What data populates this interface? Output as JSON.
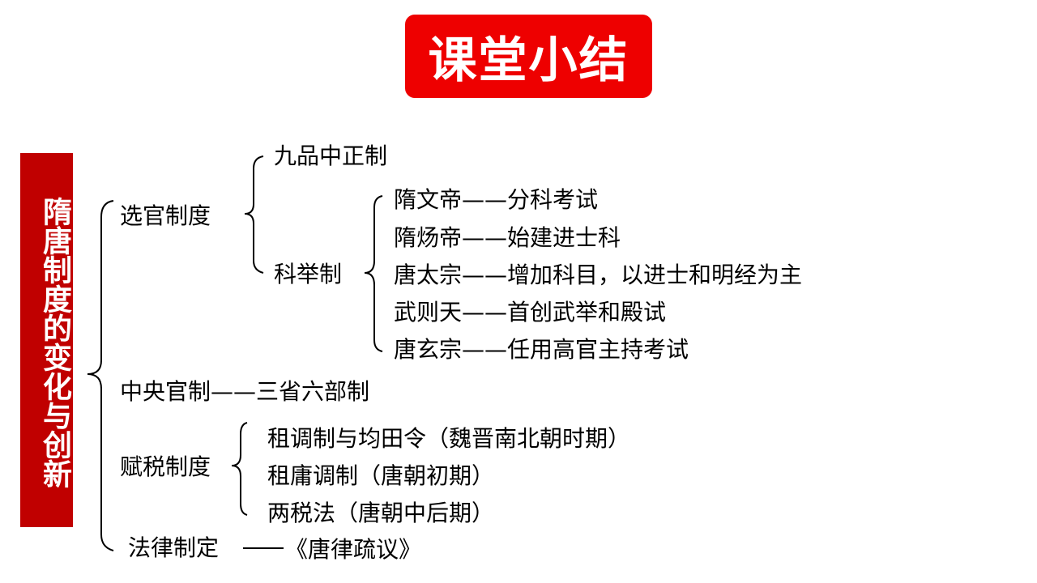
{
  "title": "课堂小结",
  "topic": "隋唐制度的变化与创新",
  "selection": {
    "label": "选官制度",
    "jiupin": "九品中正制",
    "keju": {
      "label": "科举制",
      "items": [
        "隋文帝——分科考试",
        "隋炀帝——始建进士科",
        "唐太宗——增加科目，以进士和明经为主",
        "武则天——首创武举和殿试",
        "唐玄宗——任用高官主持考试"
      ]
    }
  },
  "central": "中央官制——三省六部制",
  "tax": {
    "label": "赋税制度",
    "items": [
      "租调制与均田令（魏晋南北朝时期）",
      "租庸调制（唐朝初期）",
      "两税法（唐朝中后期）"
    ]
  },
  "law": {
    "label": "法律制定",
    "value": "《唐律疏议》"
  },
  "colors": {
    "title_bg": "#ee0000",
    "topic_bg": "#c00000"
  }
}
